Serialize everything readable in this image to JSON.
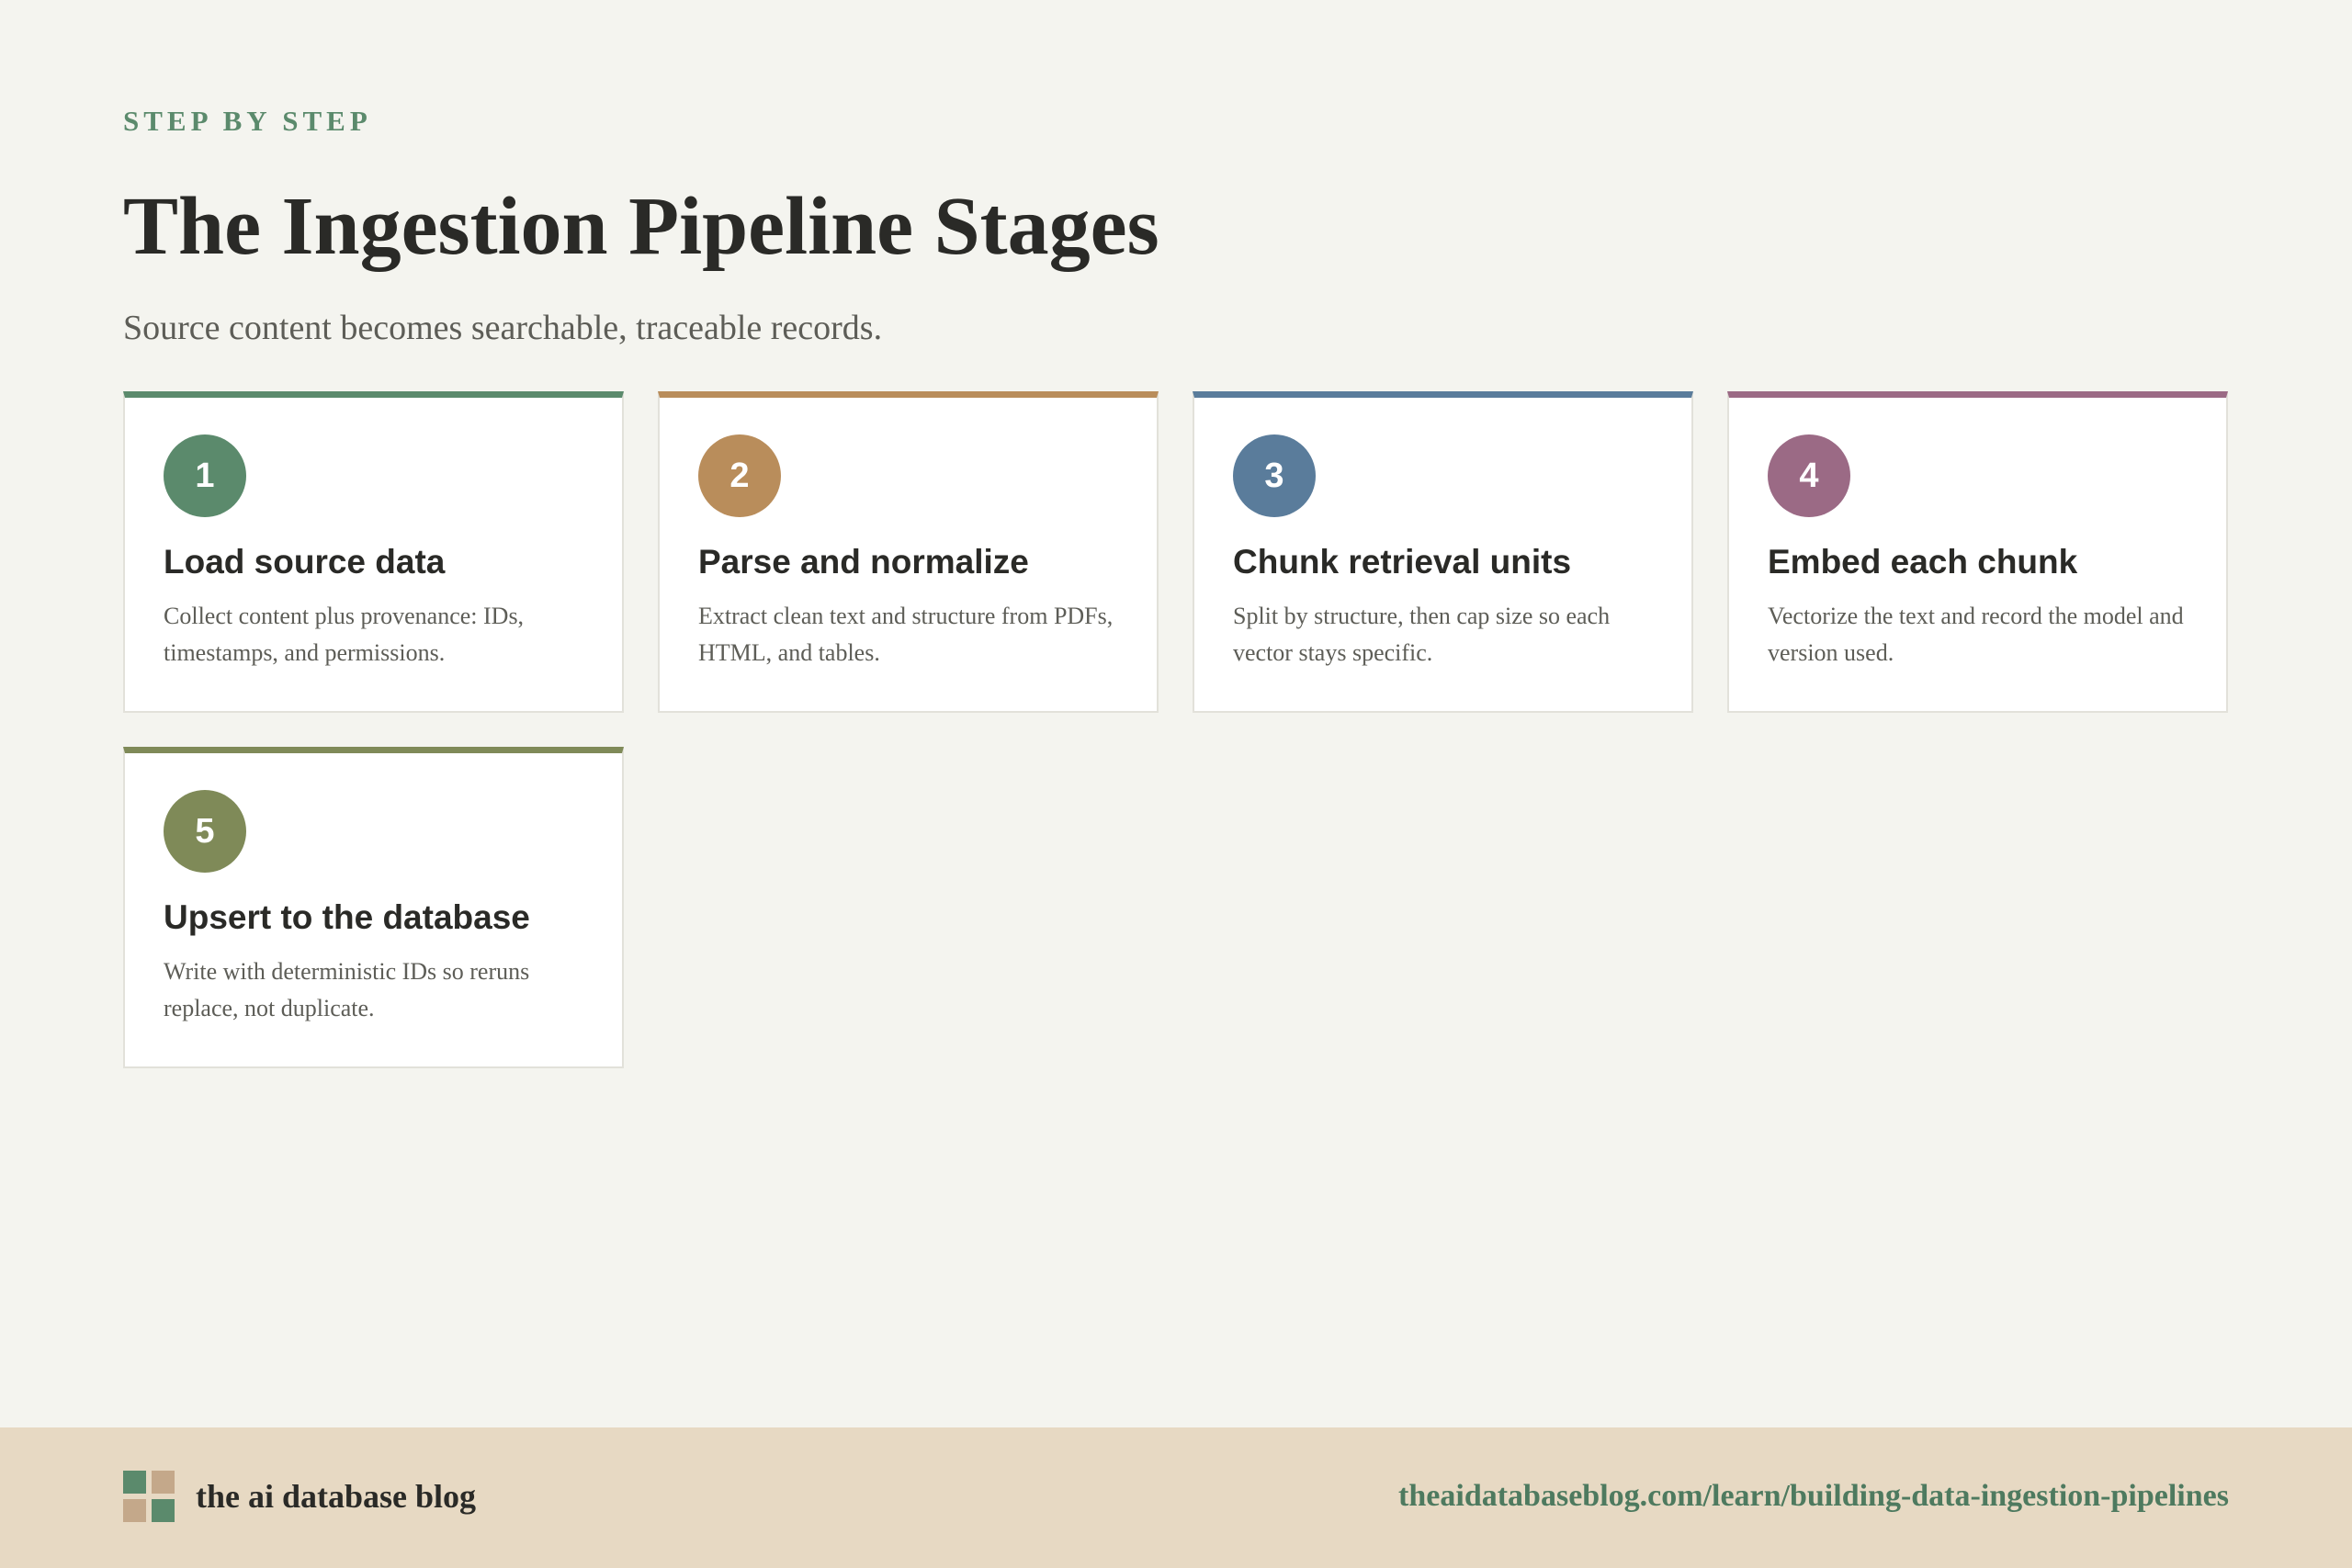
{
  "header": {
    "eyebrow": "STEP BY STEP",
    "title": "The Ingestion Pipeline Stages",
    "subtitle": "Source content becomes searchable, traceable records."
  },
  "stages": [
    {
      "number": "1",
      "title": "Load source data",
      "description": "Collect content plus provenance: IDs, timestamps, and permissions.",
      "color": "#5b8a6c"
    },
    {
      "number": "2",
      "title": "Parse and normalize",
      "description": "Extract clean text and structure from PDFs, HTML, and tables.",
      "color": "#b98d5b"
    },
    {
      "number": "3",
      "title": "Chunk retrieval units",
      "description": "Split by structure, then cap size so each vector stays specific.",
      "color": "#5a7c9b"
    },
    {
      "number": "4",
      "title": "Embed each chunk",
      "description": "Vectorize the text and record the model and version used.",
      "color": "#9b6a85"
    },
    {
      "number": "5",
      "title": "Upsert to the database",
      "description": "Write with deterministic IDs so reruns replace, not duplicate.",
      "color": "#7f8a58"
    }
  ],
  "footer": {
    "brand": "the ai database blog",
    "url": "theaidatabaseblog.com/learn/building-data-ingestion-pipelines",
    "logo_colors": [
      "#5b8a6c",
      "#c4a88a",
      "#c4a88a",
      "#5b8a6c"
    ]
  }
}
